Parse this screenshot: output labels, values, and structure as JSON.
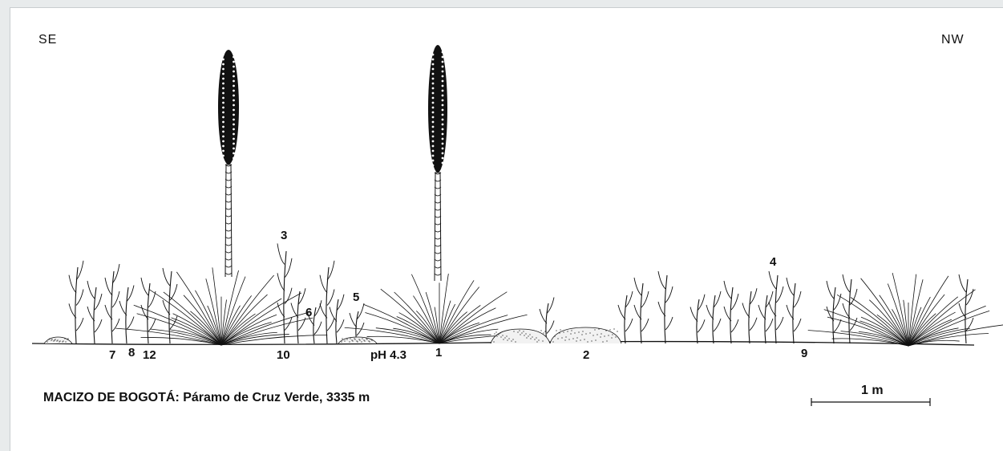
{
  "orientation": {
    "left": "SE",
    "right": "NW"
  },
  "caption": "MACIZO DE BOGOTÁ: Páramo de Cruz Verde, 3335 m",
  "scale_bar": {
    "label": "1 m"
  },
  "colors": {
    "ink": "#111111",
    "background": "#ffffff",
    "border": "#e8ebec"
  },
  "labels": {
    "n1": "1",
    "n2": "2",
    "n3": "3",
    "n4": "4",
    "n5": "5",
    "n6": "6",
    "n7": "7",
    "n8": "8",
    "n9": "9",
    "n10": "10",
    "n12": "12",
    "ph": "pH 4.3"
  }
}
